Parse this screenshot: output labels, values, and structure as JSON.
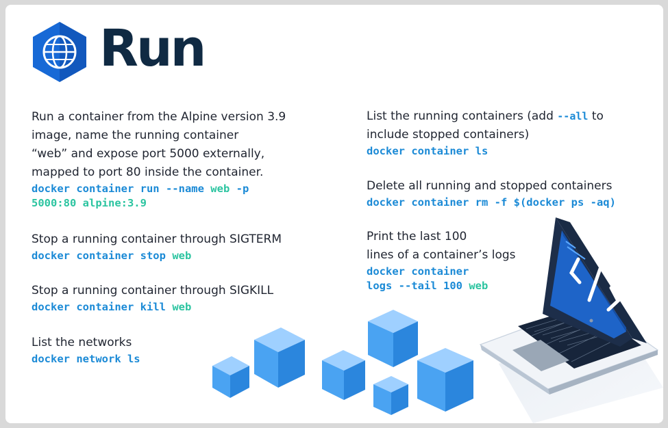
{
  "header": {
    "title": "Run"
  },
  "icons": {
    "logo": "globe-hexagon-icon",
    "illustration": "laptop-code-icon"
  },
  "colors": {
    "title": "#102a43",
    "command": "#1b8ad6",
    "argument": "#2bc4a0",
    "hex": "#1769d6"
  },
  "left": [
    {
      "desc_lines": [
        "Run a container from the Alpine version 3.9",
        "image, name the running container",
        "“web” and expose port 5000 externally,",
        "mapped to port 80 inside the container."
      ],
      "cmd_parts": [
        "docker container run --name ",
        "web",
        " -p",
        "5000:80 alpine:3.9"
      ]
    },
    {
      "desc": "Stop a running container through SIGTERM",
      "cmd": "docker container stop ",
      "arg": "web"
    },
    {
      "desc": "Stop a running container through SIGKILL",
      "cmd": "docker container kill ",
      "arg": "web"
    },
    {
      "desc": "List the networks",
      "cmd": "docker network ls"
    }
  ],
  "right": [
    {
      "line1_pre": "List the running containers (add ",
      "line1_code": "--all",
      "line1_post": " to",
      "line2": "include stopped containers)",
      "cmd": "docker container ls"
    },
    {
      "desc": "Delete all running and stopped containers",
      "cmd": "docker container rm -f $(docker ps -aq)"
    },
    {
      "desc_lines": [
        "Print the last 100",
        "lines of a container’s logs"
      ],
      "cmd_lines": [
        "docker container",
        "logs --tail 100 "
      ],
      "arg": "web"
    }
  ]
}
